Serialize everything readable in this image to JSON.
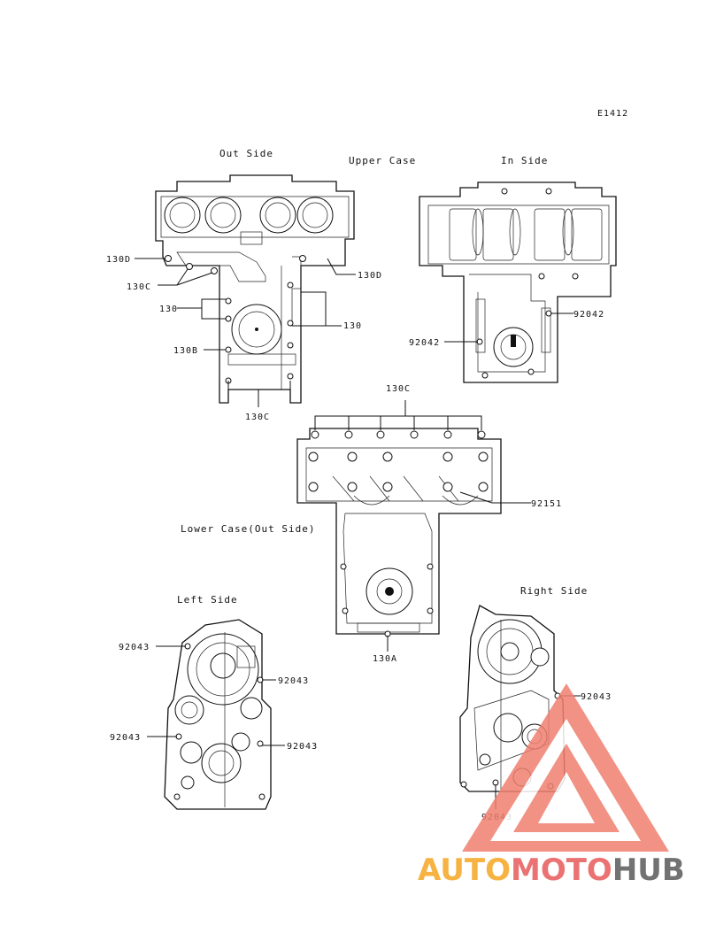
{
  "diagram_code": "E1412",
  "upper_case": {
    "title": "Upper Case",
    "out_side_label": "Out Side",
    "in_side_label": "In Side",
    "callouts": {
      "c130d_left": "130D",
      "c130d_right": "130D",
      "c130c": "130C",
      "c130": "130",
      "c130_right": "130",
      "c130b": "130B",
      "c130c_bottom": "130C",
      "c92042_right": "92042",
      "c92042_left": "92042"
    }
  },
  "lower_case": {
    "title": "Lower Case(Out Side)",
    "callouts": {
      "c130c_top": "130C",
      "c92151": "92151",
      "c130a": "130A"
    }
  },
  "left_side": {
    "title": "Left Side",
    "callouts": [
      "92043",
      "92043",
      "92043",
      "92043"
    ]
  },
  "right_side": {
    "title": "Right Side",
    "callouts": [
      "92043",
      "92043"
    ]
  },
  "watermark": {
    "part1": "AUTO",
    "part2": "MOTO",
    "part3": "HUB",
    "color1": "#f5a623",
    "color2": "#e85a5a",
    "color3": "#5a5a5a"
  }
}
